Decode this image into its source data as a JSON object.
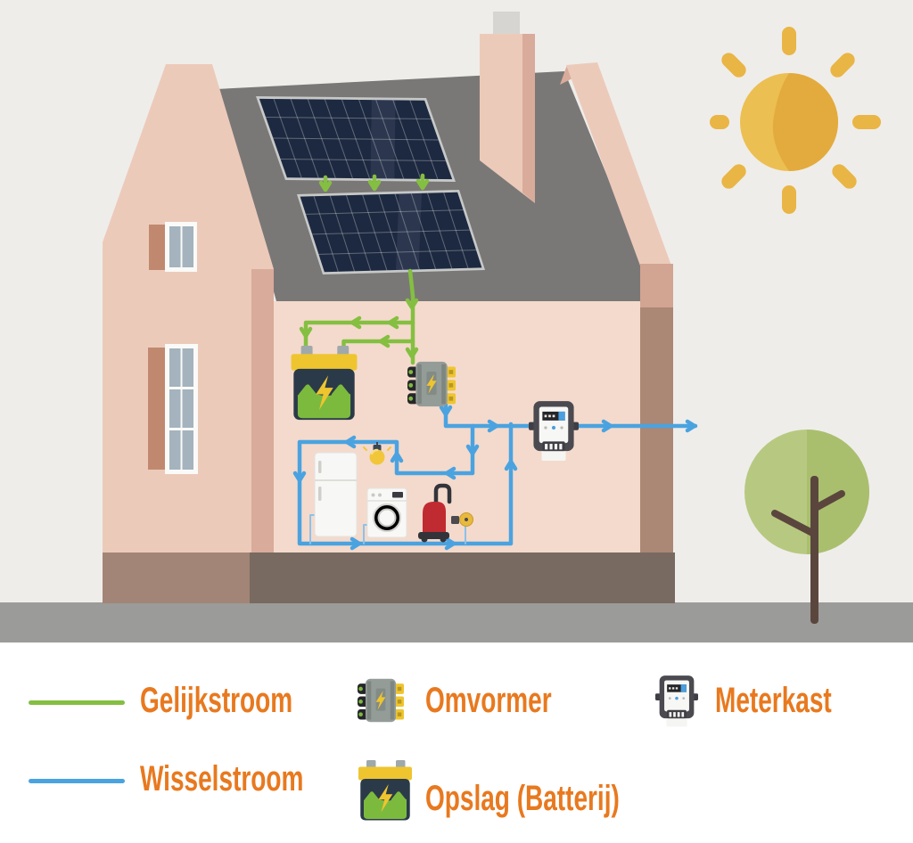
{
  "legend": {
    "text_color": "#e8791f",
    "items": [
      {
        "label": "Gelijkstroom",
        "swatch": "line",
        "color": "#84bf41",
        "icon": "dc-line-swatch"
      },
      {
        "label": "Wisselstroom",
        "swatch": "line",
        "color": "#4aa3e0",
        "icon": "ac-line-swatch"
      },
      {
        "label": "Omvormer",
        "swatch": "icon",
        "icon": "inverter-icon"
      },
      {
        "label": "Opslag (Batterij)",
        "swatch": "icon",
        "icon": "battery-icon"
      },
      {
        "label": "Meterkast",
        "swatch": "icon",
        "icon": "meter-icon"
      }
    ]
  },
  "scene": {
    "components": [
      "sun-icon",
      "tree-icon",
      "house",
      "chimney",
      "roof",
      "solar-panel",
      "battery-icon",
      "inverter-icon",
      "meter-icon",
      "fridge-icon",
      "washing-machine-icon",
      "vacuum-icon",
      "wall-outlet-icon",
      "light-bulb-icon",
      "dc-wire",
      "ac-wire"
    ],
    "colors": {
      "dc_wire": "#84bf41",
      "ac_wire": "#4aa3e0",
      "wall_pink": "#eccaba",
      "wall_shadow": "#d9ab9b",
      "roof_gray": "#7a7876",
      "interior": "#f4dacc",
      "interior_wall_band": "#ab8775",
      "foundation_light": "#a28577",
      "foundation_dark": "#786a60",
      "ground": "#9b9b99",
      "panel_cells": "#1d2940",
      "panel_frame": "#c7c9c8",
      "sun": "#ecbf52",
      "sun_shade": "#e3ab3e",
      "tree_crown": "#b7c980",
      "tree_trunk": "#5b463e",
      "battery_yellow": "#eec52f",
      "battery_body": "#2b3a49",
      "battery_green": "#7cba3e",
      "vacuum_red": "#c02b31",
      "legend_text": "#e8791f"
    }
  }
}
